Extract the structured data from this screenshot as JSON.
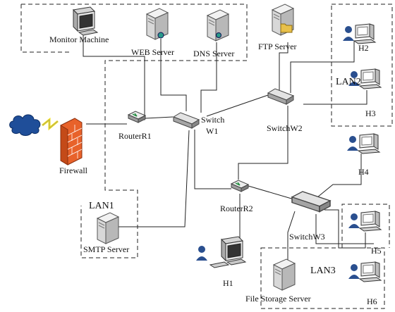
{
  "labels": {
    "monitor": "Monitor Machine",
    "web": "WEB Server",
    "dns": "DNS Server",
    "ftp": "FTP Server",
    "h2": "H2",
    "lan2": "LAN2",
    "h3": "H3",
    "switch_w1_a": "Switch",
    "switch_w1_b": "W1",
    "switch_w2": "SwitchW2",
    "router_r1": "RouterR1",
    "firewall": "Firewall",
    "h4": "H4",
    "router_r2": "RouterR2",
    "lan1": "LAN1",
    "switch_w3": "SwitchW3",
    "smtp": "SMTP Server",
    "h5": "H5",
    "lan3": "LAN3",
    "h1": "H1",
    "file_storage": "File Storage Server",
    "h6": "H6"
  },
  "icons": {
    "monitor": "crt-monitor-icon",
    "server": "server-tower-icon",
    "workstation": "user-workstation-icon",
    "switch": "network-switch-icon",
    "router": "router-icon",
    "firewall": "brick-firewall-icon",
    "cloud": "internet-cloud-icon"
  },
  "colors": {
    "line": "#222222",
    "firewall": "#e8622a",
    "cloud": "#1f4e99",
    "lightning": "#f2e01a"
  }
}
